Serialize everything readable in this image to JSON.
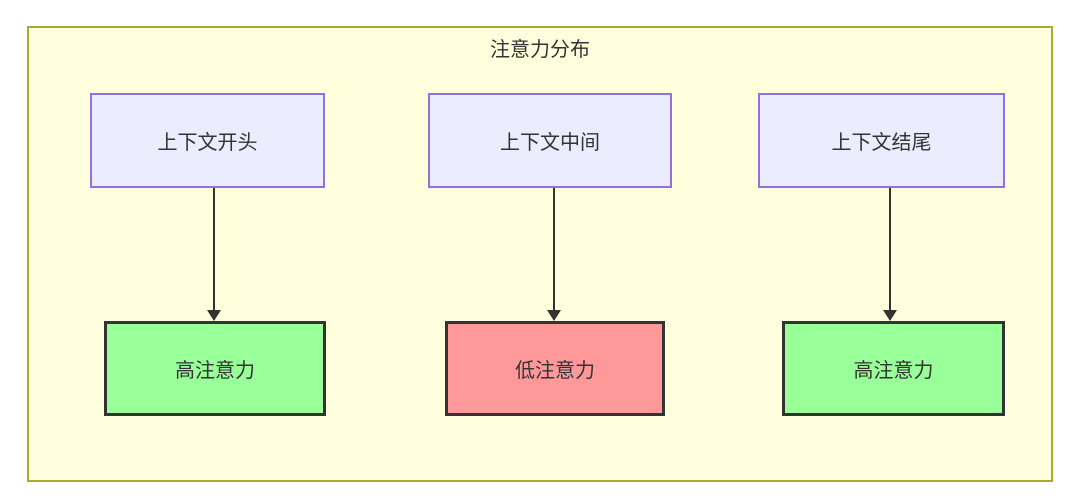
{
  "diagram": {
    "title": "注意力分布",
    "columns": [
      {
        "source": "上下文开头",
        "target": "高注意力",
        "target_bg": "#99ff99"
      },
      {
        "source": "上下文中间",
        "target": "低注意力",
        "target_bg": "#ff9999"
      },
      {
        "source": "上下文结尾",
        "target": "高注意力",
        "target_bg": "#99ff99"
      }
    ]
  },
  "colors": {
    "page_bg": "#ffffff",
    "container_bg": "#ffffde",
    "container_border": "#aaaa33",
    "source_bg": "#ececff",
    "source_border": "#9370db",
    "target_border": "#333333",
    "arrow": "#333333",
    "text": "#333333"
  }
}
